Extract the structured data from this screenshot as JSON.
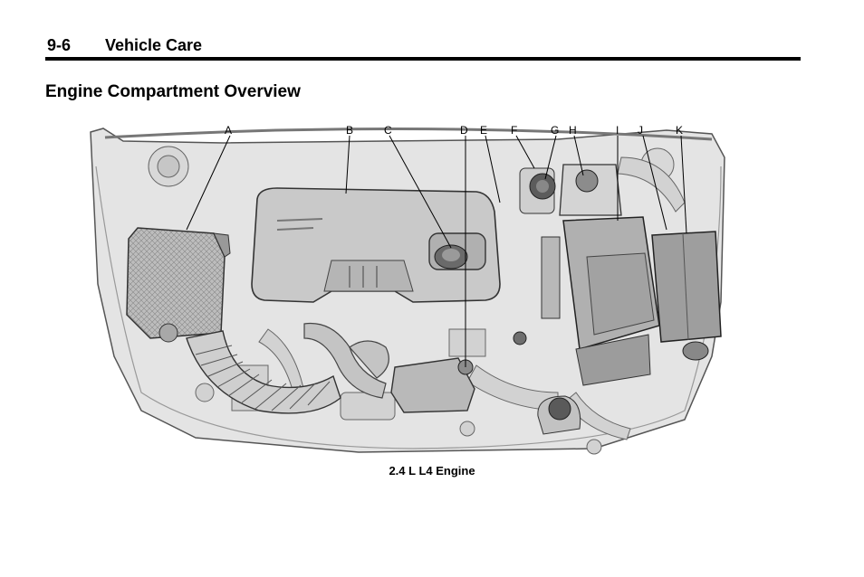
{
  "header": {
    "page_number": "9-6",
    "section": "Vehicle Care"
  },
  "title": "Engine Compartment Overview",
  "figure": {
    "callouts": [
      "A",
      "B",
      "C",
      "D",
      "E",
      "F",
      "G",
      "H",
      "I",
      "J",
      "K"
    ],
    "caption": "2.4 L L4 Engine"
  }
}
